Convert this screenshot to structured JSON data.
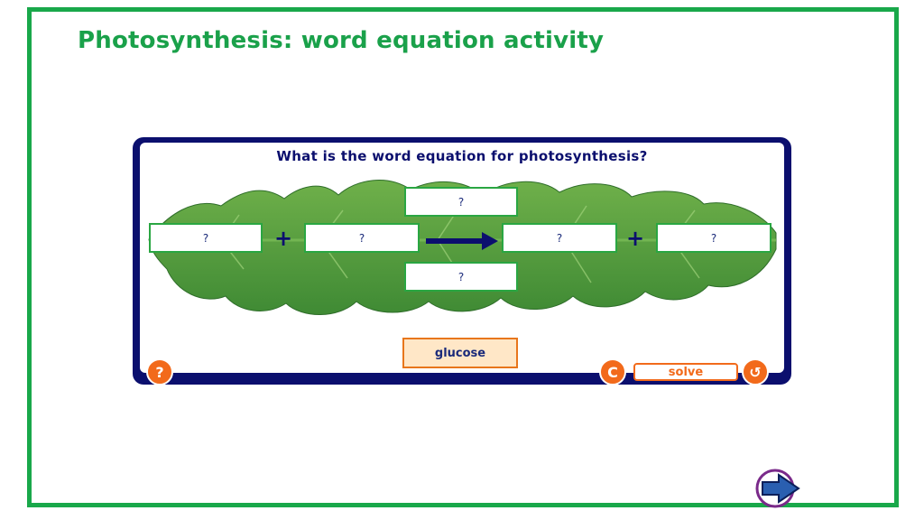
{
  "slide": {
    "title": "Photosynthesis: word equation activity",
    "frame_color": "#19a84a"
  },
  "activity": {
    "question": "What is the word equation for photosynthesis?",
    "placeholders": {
      "reactant_1": "?",
      "reactant_2": "?",
      "condition_top": "?",
      "condition_bottom": "?",
      "product_1": "?",
      "product_2": "?"
    },
    "operators": {
      "plus": "+"
    },
    "word_tile": "glucose",
    "controls": {
      "help_label": "?",
      "reset_label": "C",
      "solve_label": "solve",
      "undo_label": "↺"
    }
  },
  "navigation": {
    "next_icon": "next-arrow-icon"
  },
  "colors": {
    "widget_border": "#0b0f6e",
    "leaf": "#4a9a3a",
    "button_orange": "#f26a1b",
    "title_green": "#1aa14a"
  }
}
